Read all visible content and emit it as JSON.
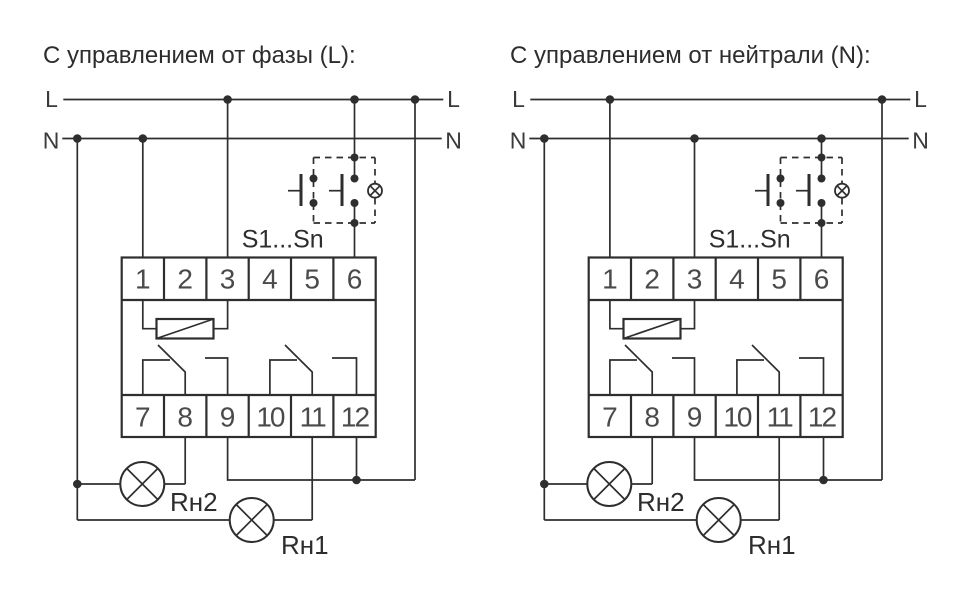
{
  "colors": {
    "background": "#ffffff",
    "line": "#2e2e2e",
    "title_text": "#2d2d2d",
    "terminal_digits": "#4a4a4a"
  },
  "diagrams": [
    {
      "title": "С управлением от фазы (L):",
      "control_source": "L",
      "phase_label_left": "L",
      "phase_label_right": "L",
      "neutral_label_left": "N",
      "neutral_label_right": "N",
      "buttons_label": "S1...Sn",
      "terminals_top": [
        "1",
        "2",
        "3",
        "4",
        "5",
        "6"
      ],
      "terminals_bottom": [
        "7",
        "8",
        "9",
        "10",
        "11",
        "12"
      ],
      "load2_label": "Rн2",
      "load1_label": "Rн1"
    },
    {
      "title": "С управлением от нейтрали (N):",
      "control_source": "N",
      "phase_label_left": "L",
      "phase_label_right": "L",
      "neutral_label_left": "N",
      "neutral_label_right": "N",
      "buttons_label": "S1...Sn",
      "terminals_top": [
        "1",
        "2",
        "3",
        "4",
        "5",
        "6"
      ],
      "terminals_bottom": [
        "7",
        "8",
        "9",
        "10",
        "11",
        "12"
      ],
      "load2_label": "Rн2",
      "load1_label": "Rн1"
    }
  ]
}
